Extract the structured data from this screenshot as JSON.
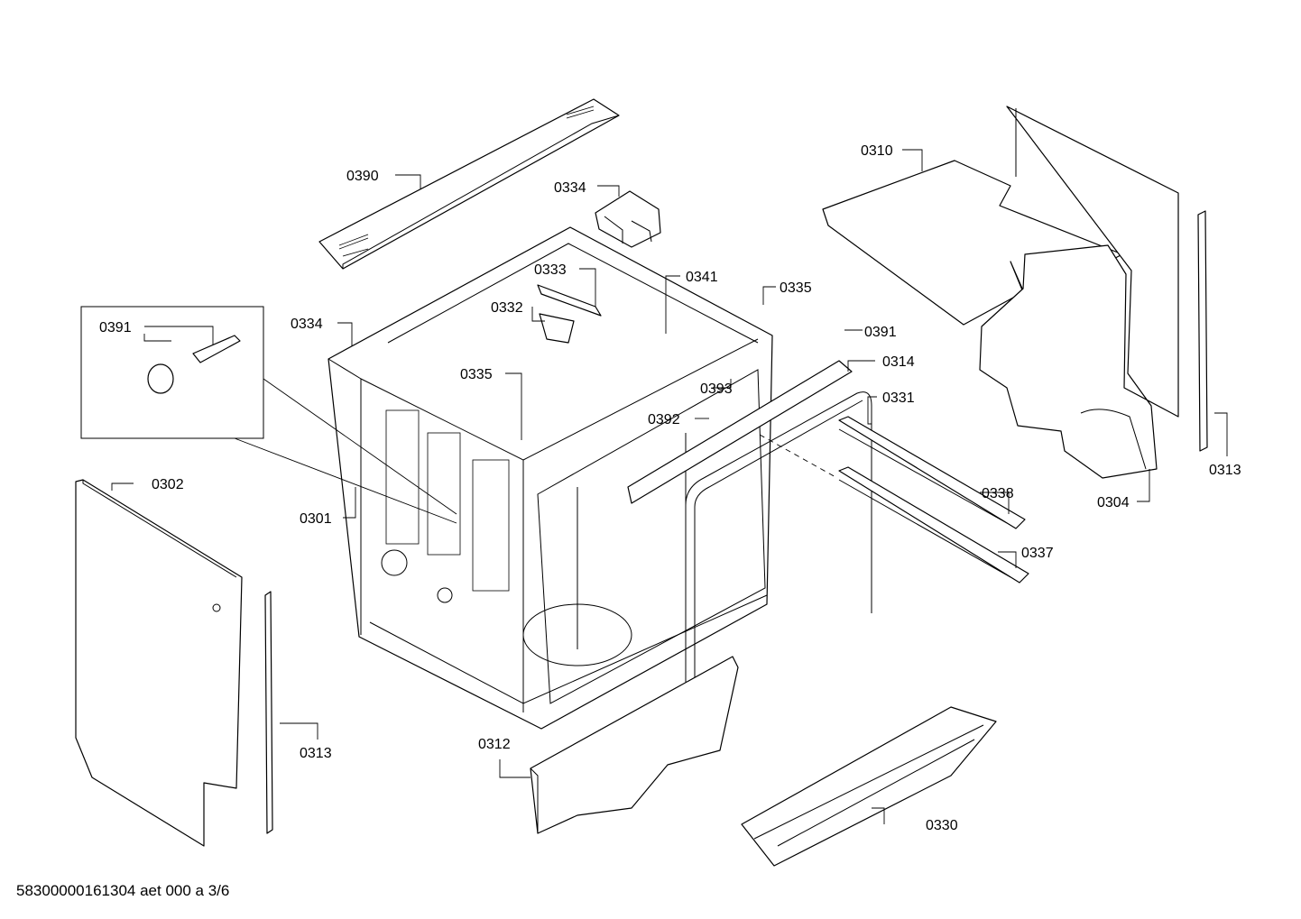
{
  "diagram": {
    "type": "exploded parts diagram",
    "callouts": [
      {
        "id": "c0390",
        "label": "0390"
      },
      {
        "id": "c0334a",
        "label": "0334"
      },
      {
        "id": "c0334b",
        "label": "0334"
      },
      {
        "id": "c0333",
        "label": "0333"
      },
      {
        "id": "c0332",
        "label": "0332"
      },
      {
        "id": "c0341",
        "label": "0341"
      },
      {
        "id": "c0335a",
        "label": "0335"
      },
      {
        "id": "c0335b",
        "label": "0335"
      },
      {
        "id": "c0391a",
        "label": "0391"
      },
      {
        "id": "c0391b",
        "label": "0391"
      },
      {
        "id": "c0314",
        "label": "0314"
      },
      {
        "id": "c0393",
        "label": "0393"
      },
      {
        "id": "c0392",
        "label": "0392"
      },
      {
        "id": "c0331",
        "label": "0331"
      },
      {
        "id": "c0310",
        "label": "0310"
      },
      {
        "id": "c0302",
        "label": "0302"
      },
      {
        "id": "c0301",
        "label": "0301"
      },
      {
        "id": "c0338",
        "label": "0338"
      },
      {
        "id": "c0337",
        "label": "0337"
      },
      {
        "id": "c0304",
        "label": "0304"
      },
      {
        "id": "c0313a",
        "label": "0313"
      },
      {
        "id": "c0313b",
        "label": "0313"
      },
      {
        "id": "c0312",
        "label": "0312"
      },
      {
        "id": "c0330",
        "label": "0330"
      }
    ]
  },
  "footer": {
    "document_id": "58300000161304 aet 000 a 3/6"
  }
}
